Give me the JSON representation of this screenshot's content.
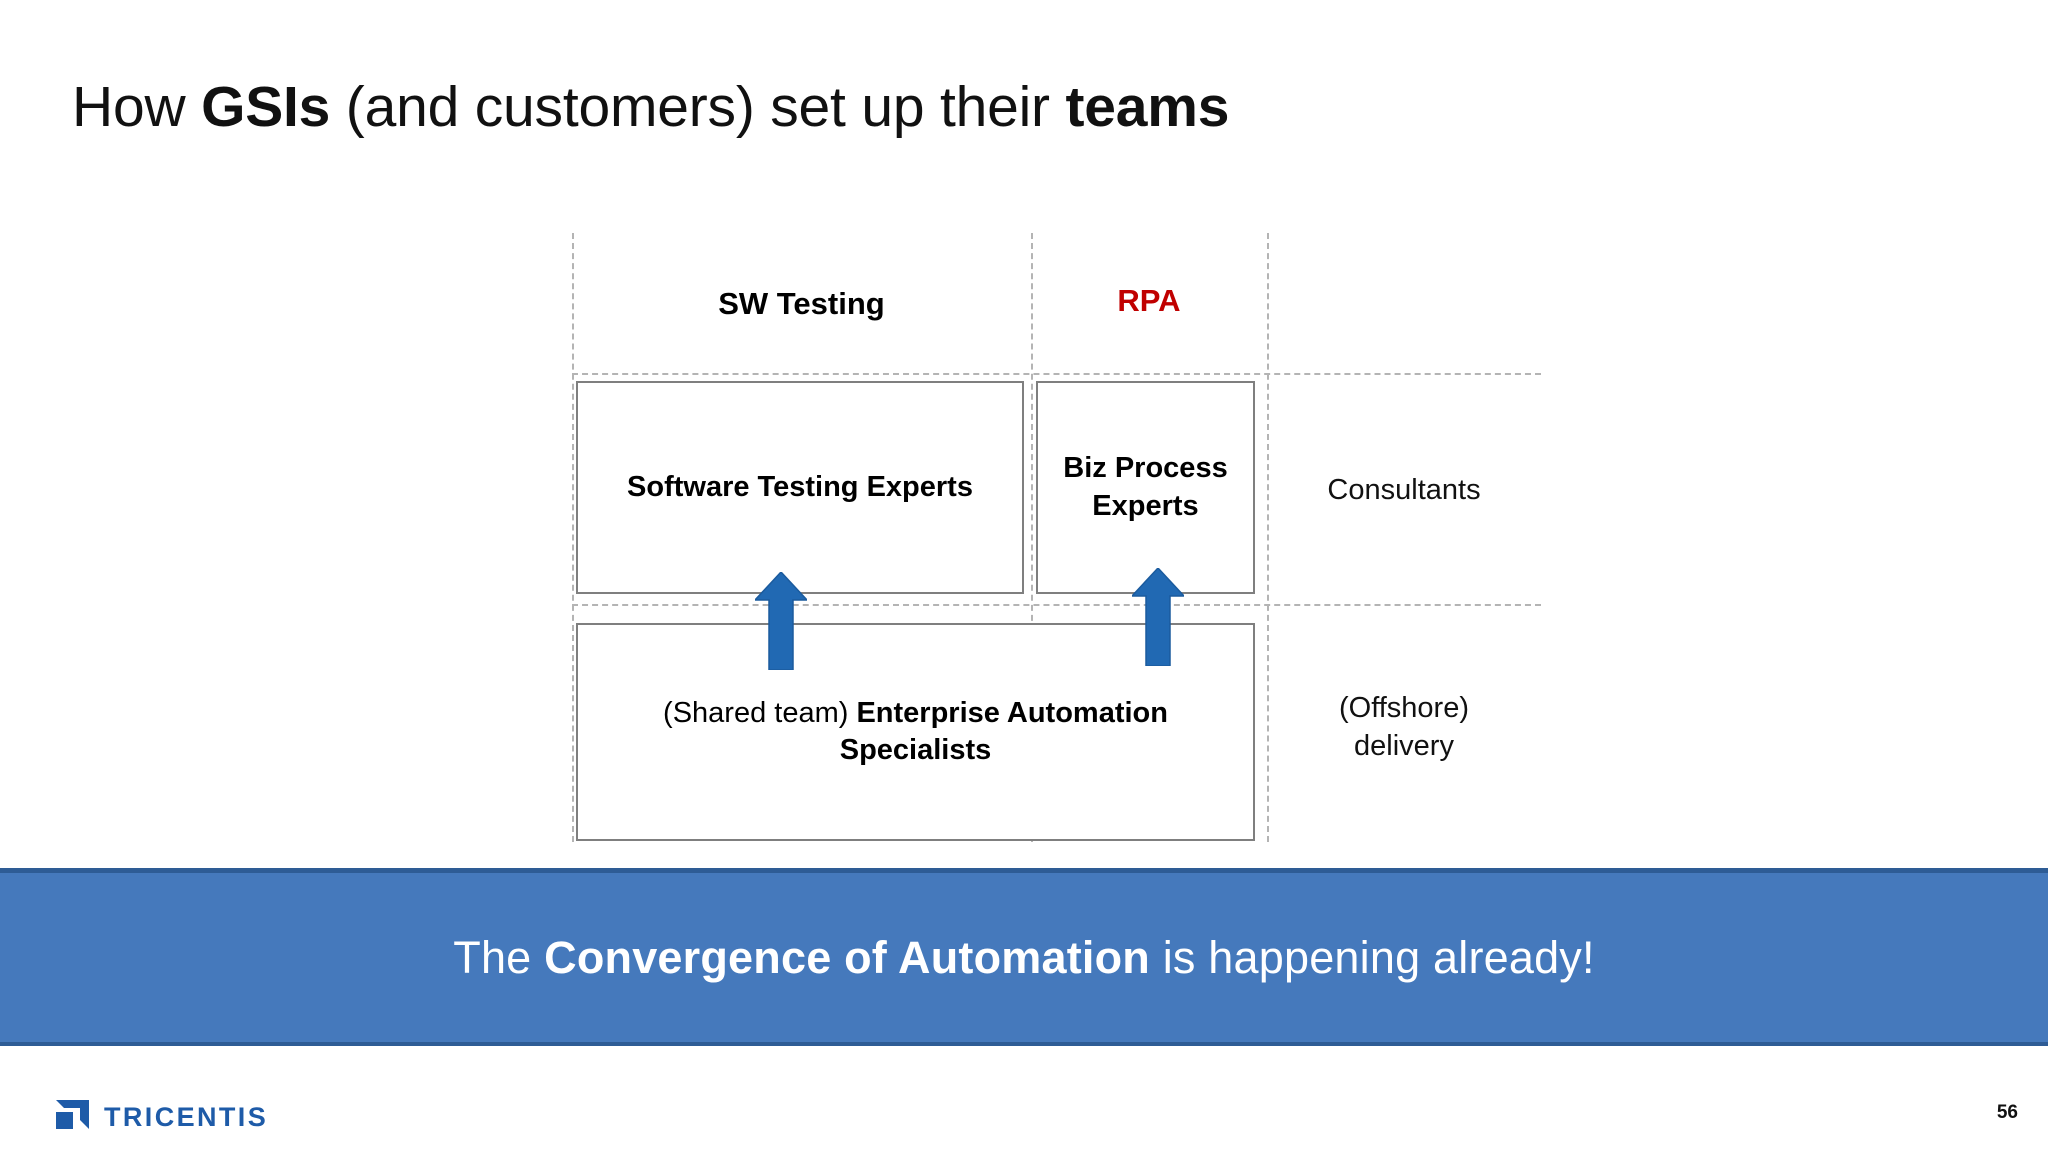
{
  "slide": {
    "title_prefix": "How ",
    "title_bold1": "GSIs",
    "title_middle": " (and customers) set up their ",
    "title_bold2": "teams",
    "page_number": "56"
  },
  "diagram": {
    "headers": {
      "sw_testing": "SW Testing",
      "rpa": "RPA"
    },
    "boxes": {
      "software_testing_experts": "Software Testing Experts",
      "biz_process_experts": "Biz Process Experts",
      "shared_team_prefix": "(Shared team) ",
      "shared_team_bold": "Enterprise Automation Specialists"
    },
    "side_notes": {
      "consultants": "Consultants",
      "offshore_line1": "(Offshore)",
      "offshore_line2": "delivery"
    },
    "arrows": [
      {
        "name": "arrow-up-sw-testing"
      },
      {
        "name": "arrow-up-rpa"
      }
    ]
  },
  "banner": {
    "prefix": "The ",
    "bold": "Convergence of Automation",
    "suffix": " is happening already!"
  },
  "footer": {
    "logo_text": "TRICENTIS"
  },
  "colors": {
    "rpa_red": "#C00000",
    "arrow_blue": "#2169B3",
    "banner_blue": "#4579BC",
    "brand_blue": "#1E5BA8"
  }
}
